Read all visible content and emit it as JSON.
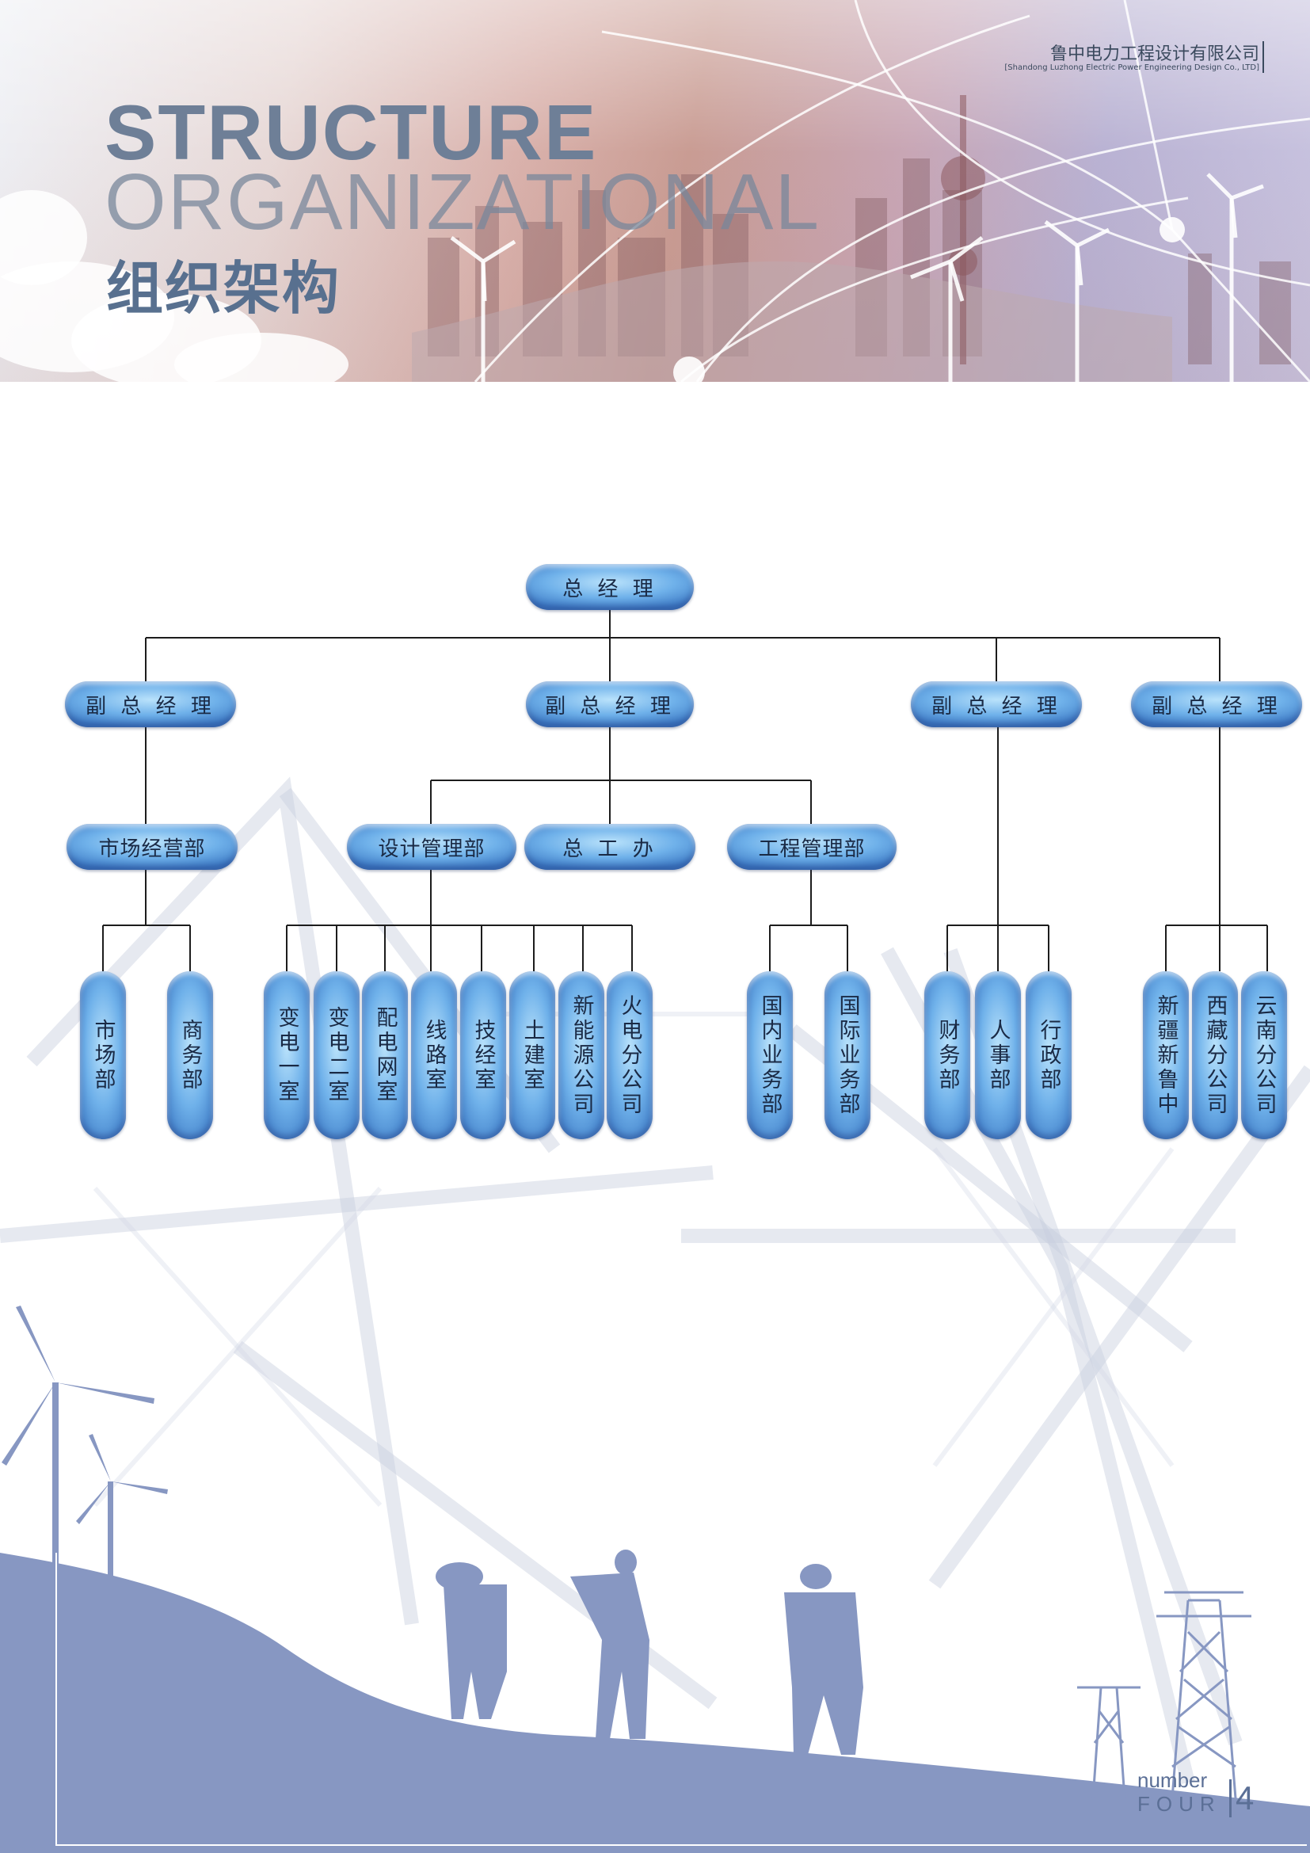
{
  "header": {
    "title_en_line1": "STRUCTURE",
    "title_en_line2": "ORGANIZATIONAL",
    "title_cn": "组织架构",
    "company_name_cn": "鲁中电力工程设计有限公司",
    "company_name_en": "[Shandong Luzhong Electric Power Engineering Design Co., LTD]"
  },
  "org_chart": {
    "root": "总 经 理",
    "vice_general_managers": [
      "副 总 经 理",
      "副 总 经 理",
      "副 总 经 理",
      "副 总 经 理"
    ],
    "departments": [
      "市场经营部",
      "设计管理部",
      "总 工 办",
      "工程管理部"
    ],
    "market_units": [
      "市场部",
      "商务部"
    ],
    "design_units": [
      "变电一室",
      "变电二室",
      "配电网室",
      "线路室",
      "技经室",
      "土建室",
      "新能源公司",
      "火电分公司"
    ],
    "engineering_units": [
      "国内业务部",
      "国际业务部"
    ],
    "admin_units": [
      "财务部",
      "人事部",
      "行政部"
    ],
    "branch_units": [
      "新疆新鲁中",
      "西藏分公司",
      "云南分公司"
    ]
  },
  "footer": {
    "page_word": "number",
    "page_label": "FOUR",
    "page_digit": "4"
  },
  "colors": {
    "pill_light": "#b9e2fb",
    "pill_mid": "#6fb1ea",
    "pill_dark": "#3f7cc6",
    "hill": "#8797c2",
    "connector": "#1c1c1c"
  }
}
